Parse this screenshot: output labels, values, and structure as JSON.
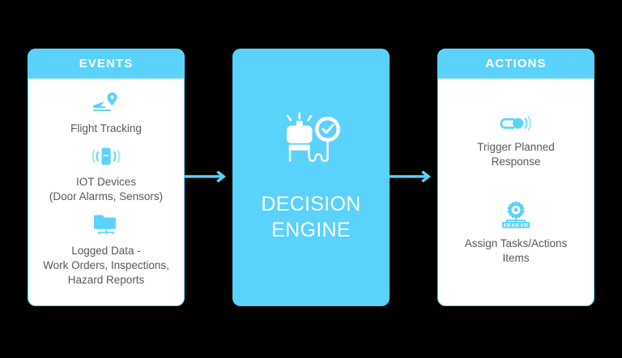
{
  "theme": {
    "accent": "#5ad2fb",
    "accent_border": "#62d6fc",
    "text": "#58595b",
    "header_text": "#ffffff",
    "background": "#000000",
    "card_background": "#ffffff"
  },
  "diagram": {
    "type": "flow",
    "direction": "left-to-right",
    "nodes": [
      "EVENTS",
      "DECISION ENGINE",
      "ACTIONS"
    ],
    "connectors": [
      "arrow-right",
      "arrow-right"
    ]
  },
  "events": {
    "header": "EVENTS",
    "items": [
      {
        "icon": "flight-tracking-icon",
        "label": "Flight Tracking"
      },
      {
        "icon": "iot-device-icon",
        "label": "IOT Devices\n(Door Alarms, Sensors)"
      },
      {
        "icon": "logged-data-folder-icon",
        "label": "Logged Data -\nWork Orders, Inspections,\nHazard Reports"
      }
    ]
  },
  "engine": {
    "icon": "alarm-beacon-check-icon",
    "title": "DECISION\nENGINE"
  },
  "actions": {
    "header": "ACTIONS",
    "items": [
      {
        "icon": "toggle-signal-icon",
        "label": "Trigger Planned\nResponse"
      },
      {
        "icon": "gear-hierarchy-icon",
        "label": "Assign Tasks/Actions\nItems"
      }
    ]
  },
  "connectors": {
    "arrow_1": "arrow-right-icon",
    "arrow_2": "arrow-right-icon"
  }
}
